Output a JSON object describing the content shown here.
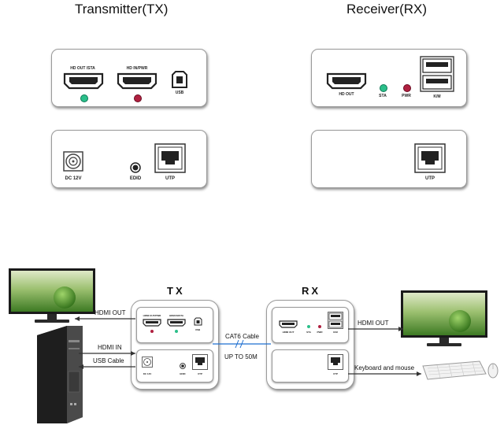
{
  "top": {
    "tx_title": "Transmitter(TX)",
    "rx_title": "Receiver(RX)",
    "tx_front": {
      "port1": "HD OUT /STA",
      "port2": "HD IN/PWR",
      "port3": "USB",
      "led_left_color": "#2bbf8a",
      "led_right_color": "#b02040"
    },
    "tx_back": {
      "port1": "DC 12V",
      "port2": "EDID",
      "port3": "UTP"
    },
    "rx_front": {
      "port1": "HD  OUT",
      "led1": "STA",
      "led2": "PWR",
      "port2": "K/M",
      "led1_color": "#2bbf8a",
      "led2_color": "#b02040"
    },
    "rx_back": {
      "port1": "UTP"
    }
  },
  "bottom": {
    "tx_label": "TX",
    "rx_label": "RX",
    "hdmi_out_left": "HDMI OUT",
    "hdmi_in": "HDMI IN",
    "usb_cable": "USB Cable",
    "cat6": "CAT6 Cable",
    "up_to": "UP TO 50M",
    "hdmi_out_right": "HDMI OUT",
    "keyboard_mouse": "Keyboard and mouse",
    "mini": {
      "tx_p1": "HDMI OUT/PWR",
      "tx_p2": "HDMI IN/STA",
      "tx_p3": "USB",
      "tx_b1": "DC 12V",
      "tx_b2": "EDID",
      "tx_b3": "UTP",
      "rx_p1": "HDMI OUT",
      "rx_l1": "STA",
      "rx_l2": "PWR",
      "rx_p2": "K/M",
      "rx_b1": "UTP"
    }
  }
}
